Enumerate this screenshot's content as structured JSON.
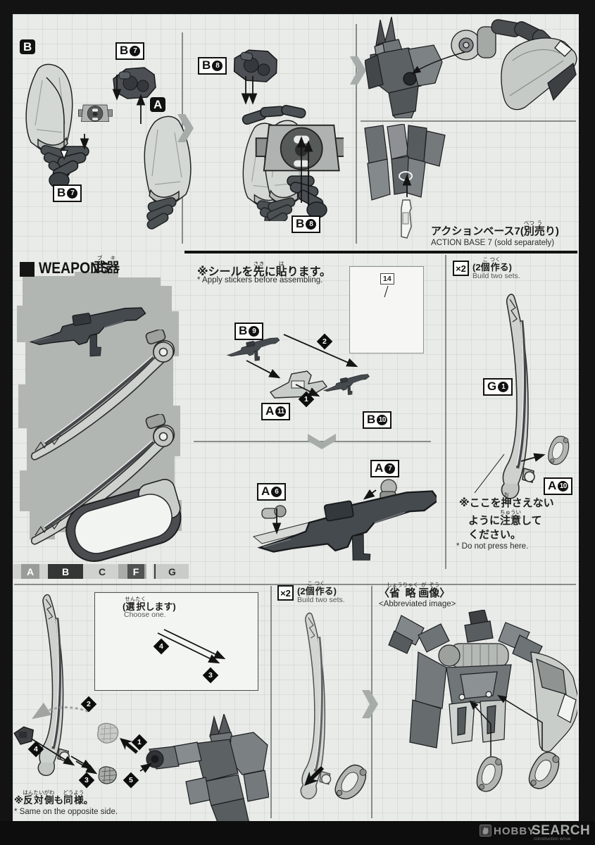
{
  "labels": {
    "b": "B",
    "a": "A",
    "b7": {
      "letter": "B",
      "num": "7"
    },
    "b8": {
      "letter": "B",
      "num": "8"
    },
    "b9": {
      "letter": "B",
      "num": "9"
    },
    "b10": {
      "letter": "B",
      "num": "10"
    },
    "a6": {
      "letter": "A",
      "num": "6"
    },
    "a7": {
      "letter": "A",
      "num": "7"
    },
    "a10": {
      "letter": "A",
      "num": "10"
    },
    "a11": {
      "letter": "A",
      "num": "11"
    },
    "g1": {
      "letter": "G",
      "num": "1"
    }
  },
  "weapons_header": {
    "title": "WEAPONS",
    "jp_ruby": [
      [
        "武器",
        "ブキ"
      ]
    ]
  },
  "sticker_note": {
    "jp_ruby": [
      [
        "※シールを",
        ""
      ],
      [
        "先",
        "さき"
      ],
      [
        "に",
        ""
      ],
      [
        "貼",
        "は"
      ],
      [
        "ります。",
        ""
      ]
    ],
    "en": "* Apply stickers before assembling."
  },
  "sticker": {
    "num": "14"
  },
  "action_base": {
    "jp_ruby": [
      [
        "アクションベース7(",
        ""
      ],
      [
        "別",
        "べつ"
      ],
      [
        "売",
        "う"
      ],
      [
        "り)",
        ""
      ]
    ],
    "en": "ACTION BASE 7 (sold separately)"
  },
  "build_two": {
    "x2": "×2",
    "jp_ruby": [
      [
        "(2",
        ""
      ],
      [
        "個",
        "こ"
      ],
      [
        "作",
        "つく"
      ],
      [
        "る)",
        ""
      ]
    ],
    "en": "Build two sets."
  },
  "no_press": {
    "jp1_ruby": [
      [
        "※ここを",
        ""
      ],
      [
        "押",
        "お"
      ],
      [
        "さえない",
        ""
      ]
    ],
    "jp2_ruby": [
      [
        "ように",
        ""
      ],
      [
        "注意",
        "ちゅうい"
      ],
      [
        "して",
        ""
      ]
    ],
    "jp3": "ください。",
    "en": "* Do not press here."
  },
  "choose": {
    "jp_ruby": [
      [
        "(",
        ""
      ],
      [
        "選択",
        "せんたく"
      ],
      [
        "します)",
        ""
      ]
    ],
    "en": "Choose one."
  },
  "opposite": {
    "jp_ruby": [
      [
        "※",
        ""
      ],
      [
        "反対側",
        "はんたいがわ"
      ],
      [
        "も",
        ""
      ],
      [
        "同様",
        "どうよう"
      ],
      [
        "。",
        ""
      ]
    ],
    "en": "* Same on the opposite side."
  },
  "abbreviated": {
    "jp_ruby": [
      [
        "〈",
        ""
      ],
      [
        "省略",
        "しょうりゃく"
      ],
      [
        "画",
        "が"
      ],
      [
        "像",
        "ぞう"
      ],
      [
        "〉",
        ""
      ]
    ],
    "en": "<Abbreviated image>"
  },
  "runner_bar": {
    "letters": [
      "A",
      "B",
      "C",
      "F",
      "G"
    ]
  },
  "markers": {
    "m1": "1",
    "m2": "2",
    "m3": "3",
    "m4": "4",
    "m5": "5"
  },
  "watermark": {
    "brand_hobby": "HOBBY",
    "brand_search": "SEARCH",
    "sub": "construction w/rue"
  }
}
